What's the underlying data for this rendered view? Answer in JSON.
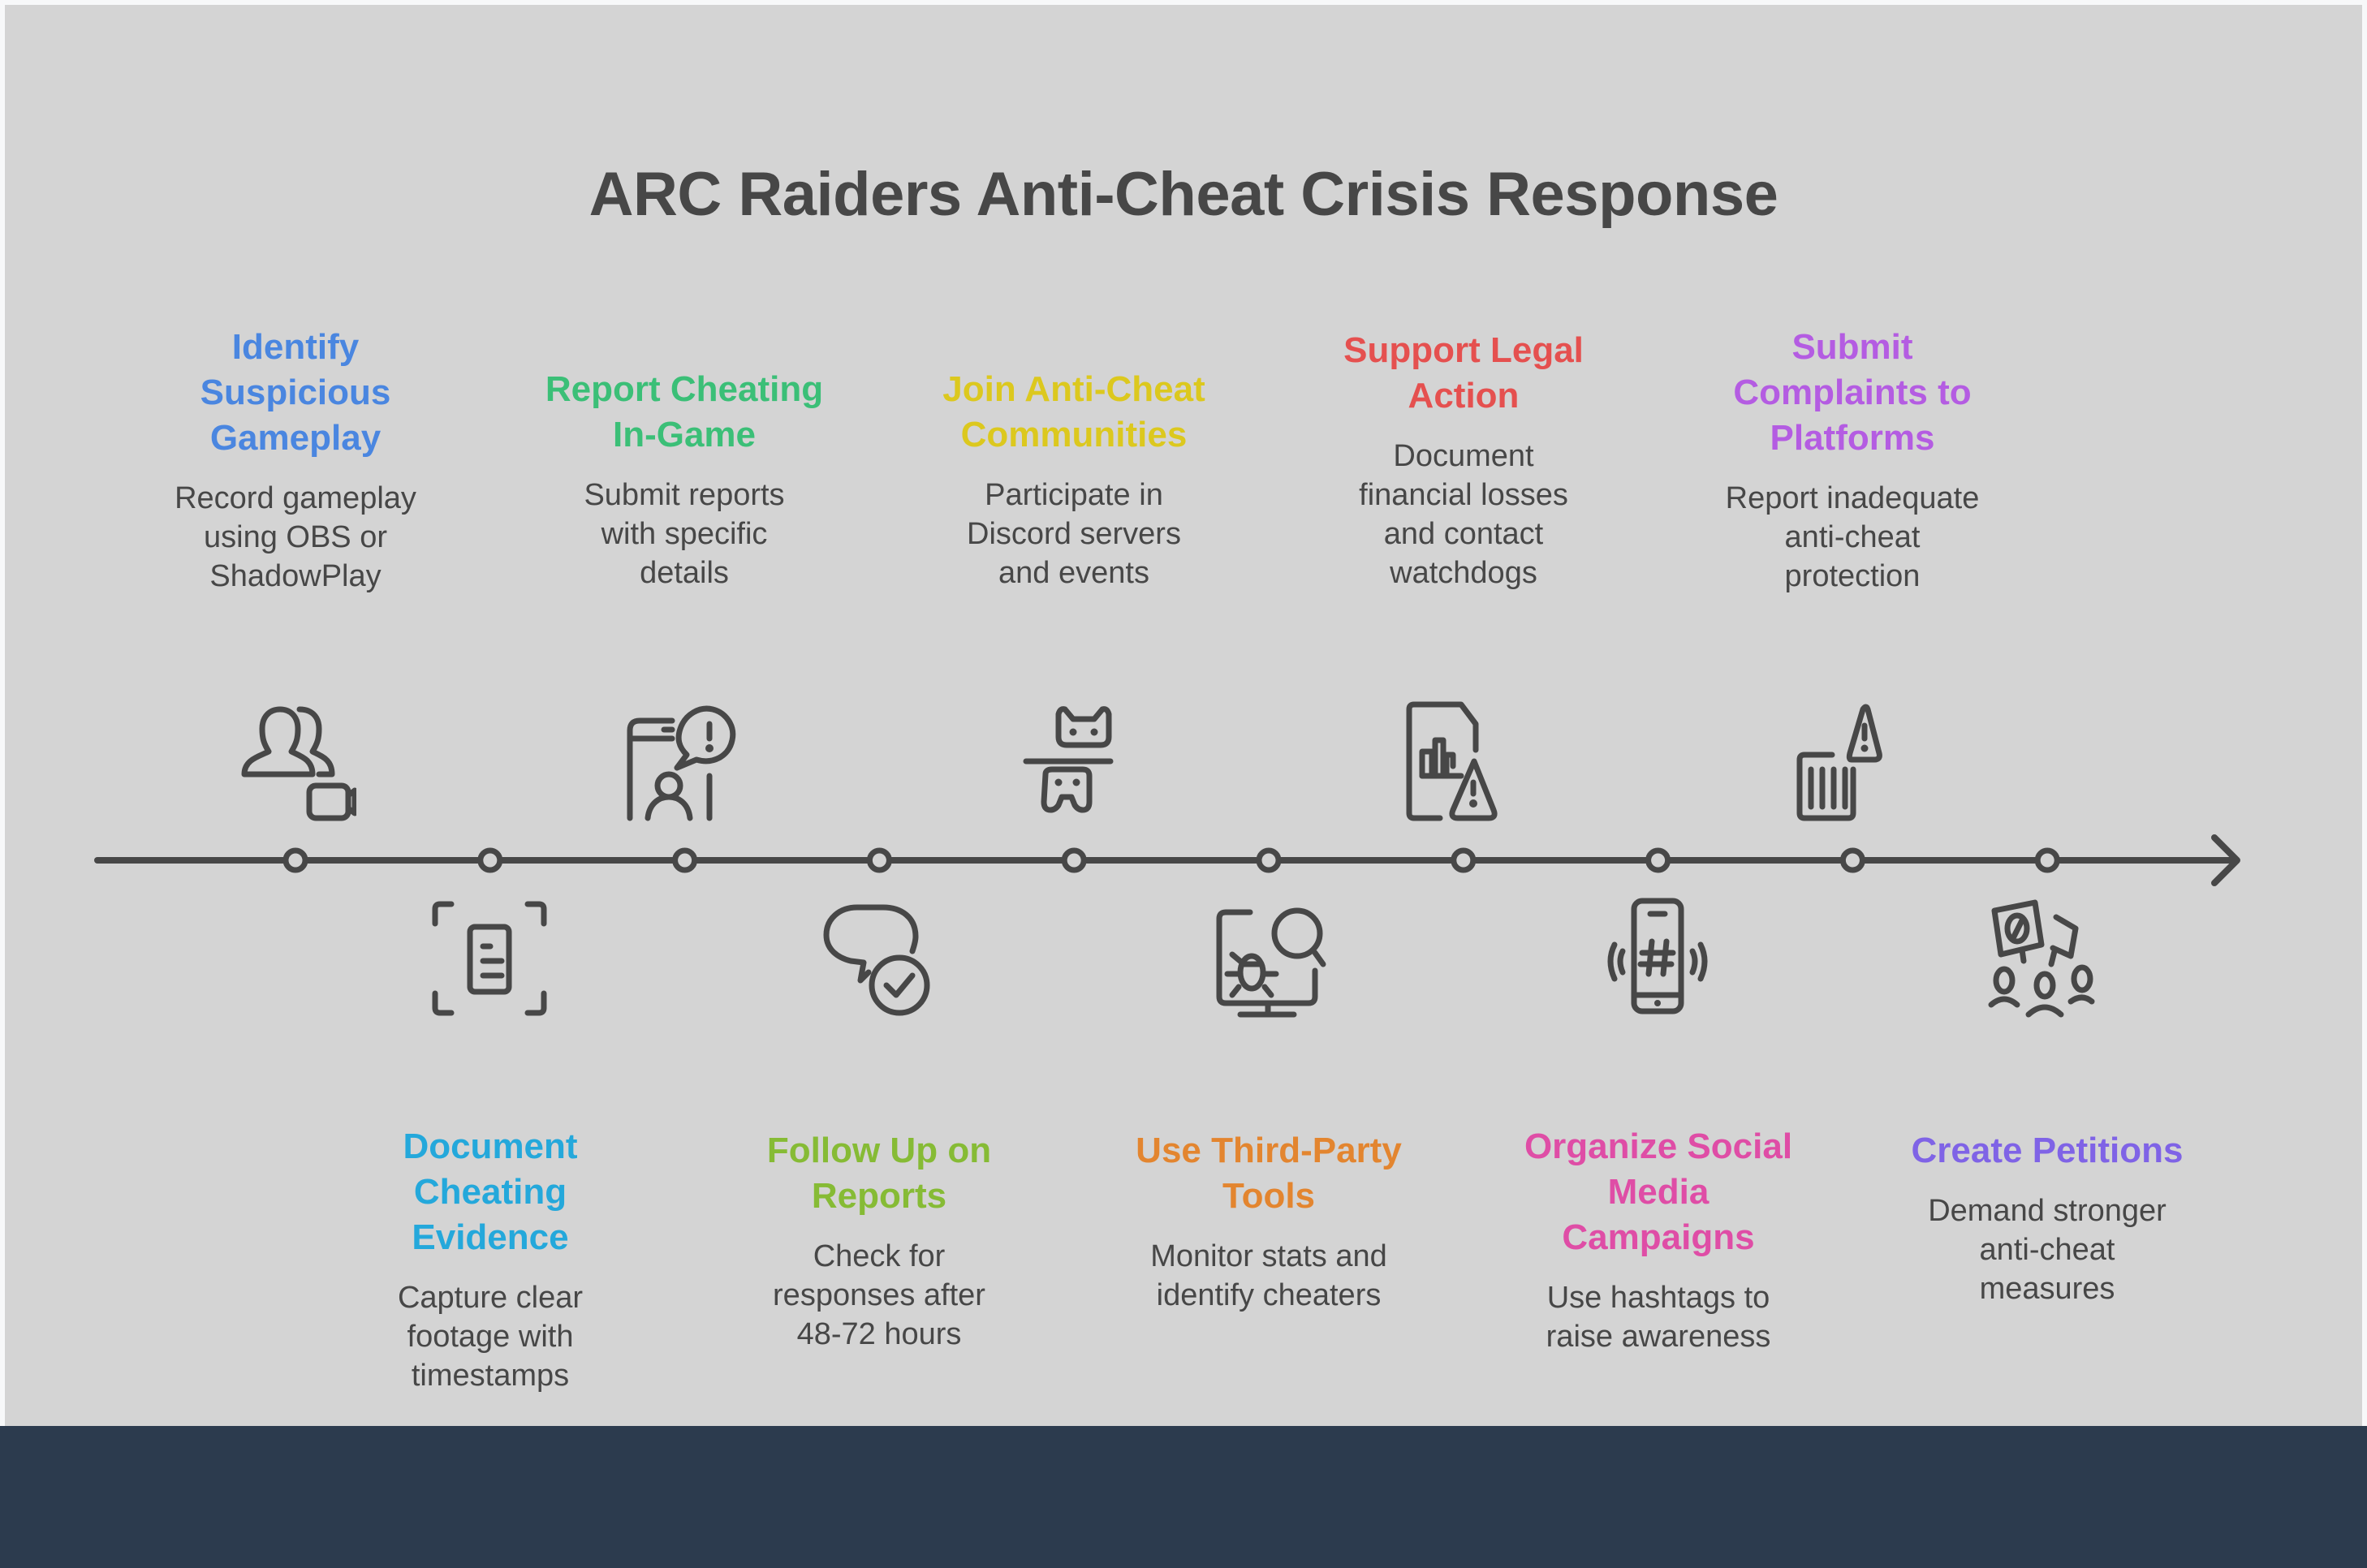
{
  "title": "ARC Raiders Anti-Cheat Crisis Response",
  "colors": {
    "panel": "#d4d4d4",
    "band": "#2c3b4e",
    "text": "#474747",
    "line": "#474747"
  },
  "steps": [
    {
      "heading": "Identify\nSuspicious\nGameplay",
      "desc": "Record gameplay\nusing OBS or\nShadowPlay",
      "color": "#4a86e0",
      "icon": "users-video-icon",
      "position": "top"
    },
    {
      "heading": "Document\nCheating\nEvidence",
      "desc": "Capture clear\nfootage with\ntimestamps",
      "color": "#24a8db",
      "icon": "document-scan-icon",
      "position": "bottom"
    },
    {
      "heading": "Report Cheating\nIn-Game",
      "desc": "Submit reports\nwith specific\ndetails",
      "color": "#3bbf77",
      "icon": "report-user-alert-icon",
      "position": "top"
    },
    {
      "heading": "Follow Up on\nReports",
      "desc": "Check for\nresponses after\n48-72 hours",
      "color": "#86bb35",
      "icon": "chat-check-icon",
      "position": "bottom"
    },
    {
      "heading": "Join Anti-Cheat\nCommunities",
      "desc": "Participate in\nDiscord servers\nand events",
      "color": "#dcc81e",
      "icon": "discord-gamepad-icon",
      "position": "top"
    },
    {
      "heading": "Use Third-Party\nTools",
      "desc": "Monitor stats and\nidentify cheaters",
      "color": "#e3852f",
      "icon": "monitor-bug-search-icon",
      "position": "bottom"
    },
    {
      "heading": "Support Legal\nAction",
      "desc": "Document\nfinancial losses\nand contact\nwatchdogs",
      "color": "#e5504f",
      "icon": "chart-document-warning-icon",
      "position": "top"
    },
    {
      "heading": "Organize Social\nMedia\nCampaigns",
      "desc": "Use hashtags to\nraise awareness",
      "color": "#df4da6",
      "icon": "phone-hashtag-icon",
      "position": "bottom"
    },
    {
      "heading": "Submit\nComplaints to\nPlatforms",
      "desc": "Report inadequate\nanti-cheat\nprotection",
      "color": "#b45ce2",
      "icon": "barrier-warning-icon",
      "position": "top"
    },
    {
      "heading": "Create Petitions",
      "desc": "Demand stronger\nanti-cheat\nmeasures",
      "color": "#7f63e6",
      "icon": "protest-group-icon",
      "position": "bottom"
    }
  ]
}
